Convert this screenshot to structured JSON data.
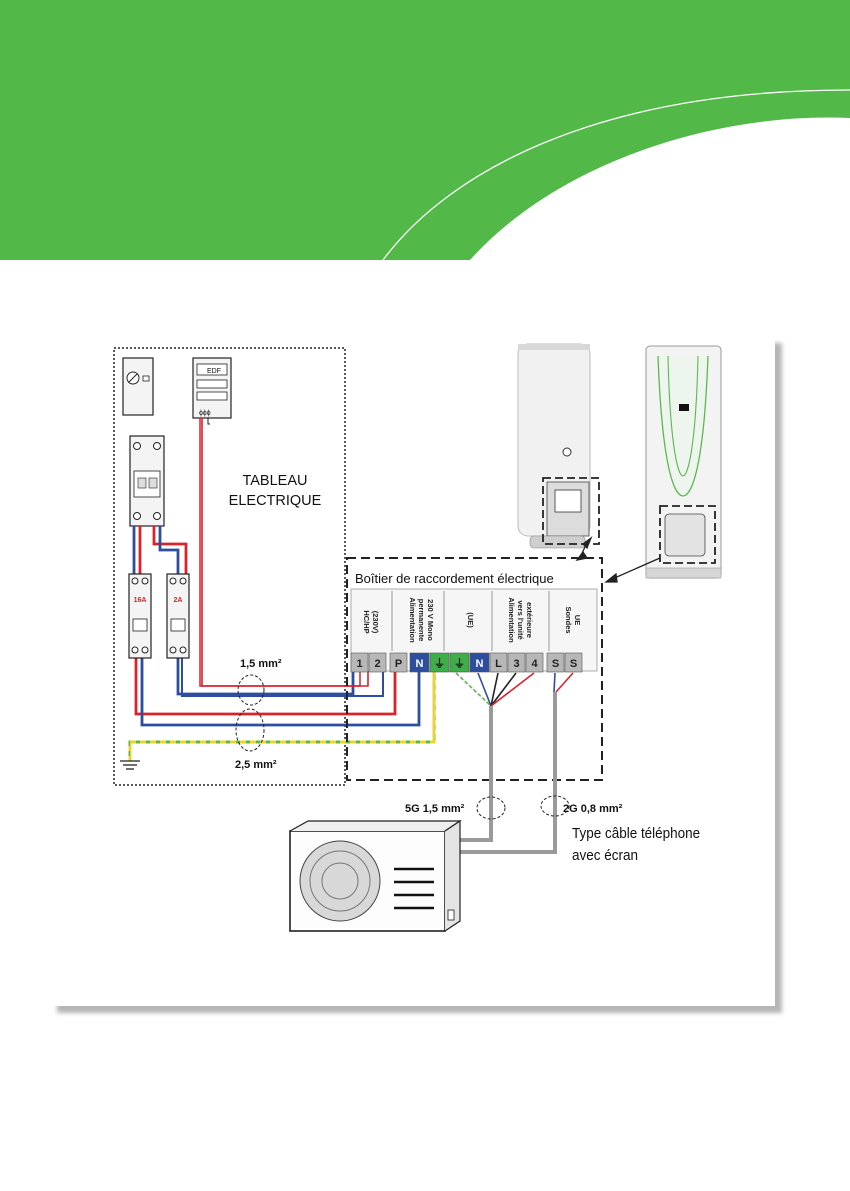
{
  "colors": {
    "header_green": "#52b848",
    "wire_red": "#d9232b",
    "wire_blue": "#2f4da0",
    "wire_earth_green": "#5cb84c",
    "wire_earth_yellow": "#e9d431",
    "cable_grey": "#9a9a9a",
    "terminal_grey": "#b7b7b7",
    "terminal_blue": "#2d4e9f",
    "terminal_green": "#3fae49"
  },
  "panel": {
    "label_line1": "TABLEAU",
    "label_line2": "ELECTRIQUE",
    "meter_brand": "EDF",
    "breaker1_label": "16A",
    "breaker2_label": "2A"
  },
  "junction_box": {
    "title": "Boîtier  de raccordement électrique",
    "groups": [
      {
        "line1": "HC/HP",
        "line2": "(230V)"
      },
      {
        "line1": "Alimentation",
        "line2": "permanente",
        "line3": "230 V Mono"
      },
      {
        "line1": "(UE)"
      },
      {
        "line1": "Alimentation",
        "line2": "vers l'unité",
        "line3": "extérieure"
      },
      {
        "line1": "Sondes",
        "line2": "UE"
      }
    ],
    "terminals": [
      "1",
      "2",
      "P",
      "N",
      "⏚",
      "⏚",
      "N",
      "L",
      "3",
      "4",
      "S",
      "S"
    ]
  },
  "cables": {
    "section_small": "1,5 mm²",
    "section_large": "2,5 mm²",
    "power_cable": "5G 1,5 mm²",
    "sensor_cable": "2G 0,8 mm²",
    "sensor_cable_type_line1": "Type câble téléphone",
    "sensor_cable_type_line2": "avec écran"
  },
  "icons": [
    "earth-ground-icon",
    "meter-icon",
    "breaker-icon",
    "water-heater-icon",
    "outdoor-unit-icon"
  ]
}
